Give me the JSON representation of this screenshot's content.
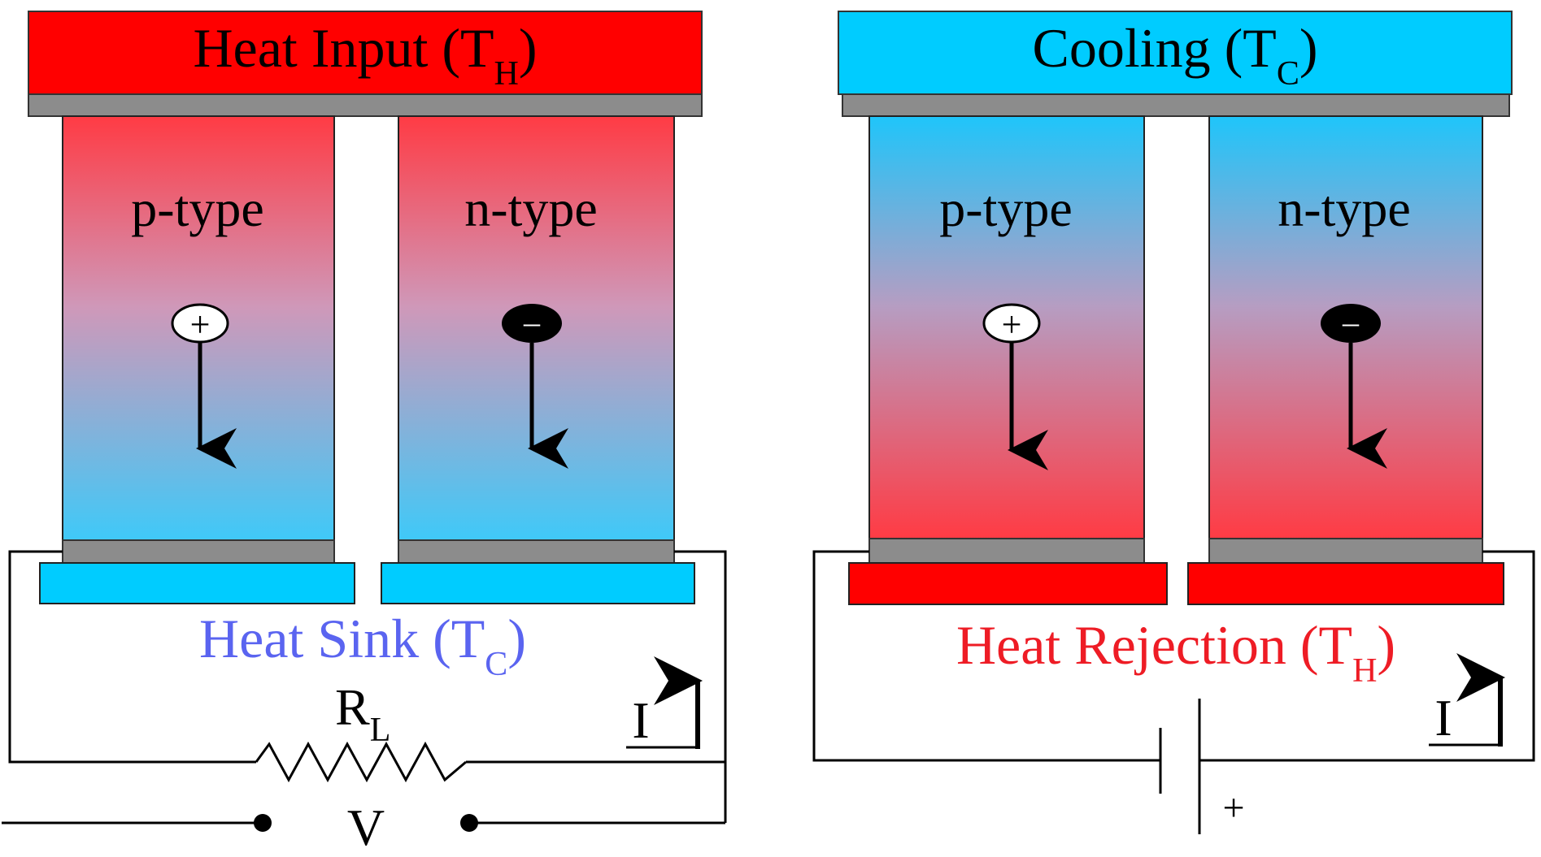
{
  "colors": {
    "hot": "#ff0000",
    "cold": "#00ccff",
    "grad_red": "#ff3b44",
    "grad_blue": "#3fc9f8",
    "contact_gray": "#8c8c8c",
    "sink_label": "#5a64f0",
    "reject_label": "#ee1c25",
    "wire": "#000000"
  },
  "generator": {
    "top_label": "Heat Input (T",
    "top_sub": "H",
    "top_close": ")",
    "leg_p_label": "p-type",
    "leg_n_label": "n-type",
    "p_carrier": "+",
    "n_carrier": "–",
    "bottom_label": "Heat Sink (T",
    "bottom_sub": "C",
    "bottom_close": ")",
    "resistor_label": "R",
    "resistor_sub": "L",
    "voltage_label": "V",
    "current_label": "I"
  },
  "cooler": {
    "top_label": "Cooling (T",
    "top_sub": "C",
    "top_close": ")",
    "leg_p_label": "p-type",
    "leg_n_label": "n-type",
    "p_carrier": "+",
    "n_carrier": "–",
    "bottom_label": "Heat Rejection (T",
    "bottom_sub": "H",
    "bottom_close": ")",
    "battery_plus": "+",
    "current_label": "I"
  }
}
